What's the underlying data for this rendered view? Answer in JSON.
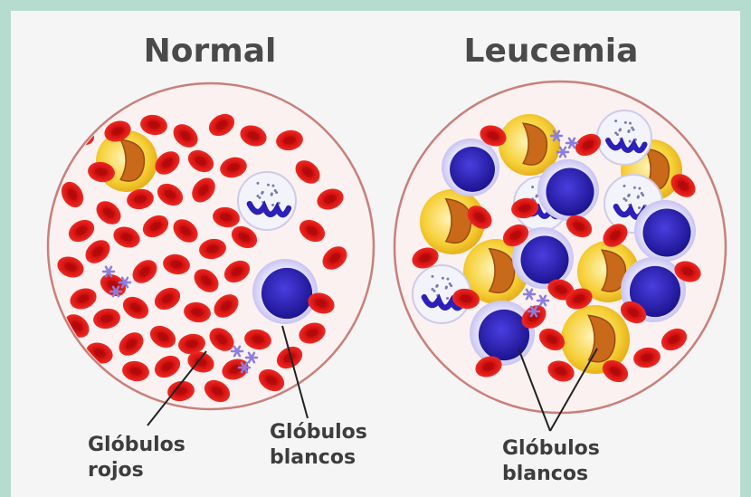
{
  "titles": {
    "normal": "Normal",
    "leukemia": "Leucemia"
  },
  "labels": {
    "red_cells_line1": "Glóbulos",
    "red_cells_line2": "rojos",
    "white_cells_normal_line1": "Glóbulos",
    "white_cells_normal_line2": "blancos",
    "white_cells_leukemia_line1": "Glóbulos",
    "white_cells_leukemia_line2": "blancos"
  },
  "colors": {
    "background": "#b6dccf",
    "panel": "#f5f5f5",
    "red_cell": "#e01818",
    "red_cell_center": "#b80c0c",
    "lymphocyte_nucleus": "#2a1fb5",
    "monocyte_yellow": "#f3c21b",
    "monocyte_nucleus": "#c86a1a",
    "platelet": "#8a7ee0"
  }
}
